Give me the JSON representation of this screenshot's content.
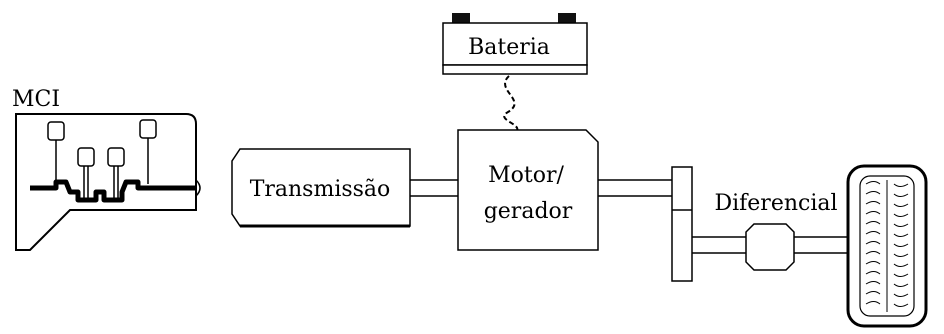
{
  "labels": {
    "engine": "MCI",
    "transmission": "Transmissão",
    "battery": "Bateria",
    "motor_line1": "Motor/",
    "motor_line2": "gerador",
    "differential": "Diferencial"
  },
  "colors": {
    "stroke": "#000000",
    "fill": "#ffffff",
    "terminal": "#111111"
  }
}
